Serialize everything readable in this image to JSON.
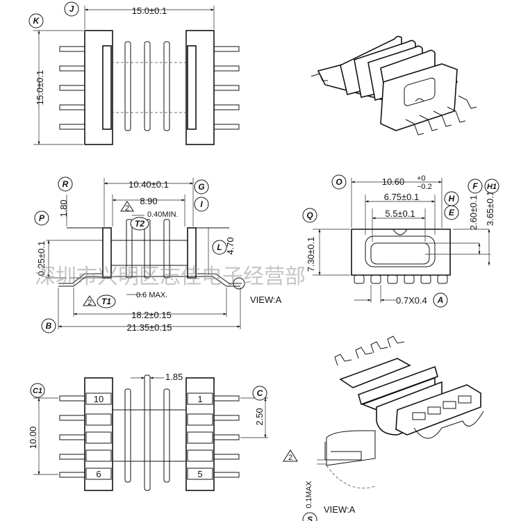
{
  "top_view": {
    "dim_width": "15.0±0.1",
    "dim_height": "15.0±0.1",
    "label_j": "J",
    "label_k": "K"
  },
  "side_view": {
    "dim_1040": "10.40±0.1",
    "dim_890": "8.90",
    "dim_180": "1.80",
    "dim_040": "0.40MIN.",
    "dim_025": "0.25±0.1",
    "dim_470": "4.70",
    "dim_06": "0.6  MAX.",
    "dim_182": "18.2±0.15",
    "dim_2135": "21.35±0.15",
    "view_label": "VIEW:A",
    "label_r": "R",
    "label_g": "G",
    "label_i": "I",
    "label_p": "P",
    "label_l": "L",
    "label_b": "B",
    "label_t1": "T1",
    "label_t2": "T2",
    "tri_2a": "2",
    "tri_2b": "2"
  },
  "front_view": {
    "dim_1060": "10.60",
    "tol_plus": "+0",
    "tol_minus": "−0.2",
    "dim_675": "6.75±0.1",
    "dim_55": "5.5±0.1",
    "dim_260": "2.60±0.1",
    "dim_365": "3.65±0.1",
    "dim_730": "7.30±0.1",
    "dim_pin": "0.7X0.4",
    "label_o": "O",
    "label_h": "H",
    "label_f": "F",
    "label_h1": "H1",
    "label_e": "E",
    "label_q": "Q",
    "label_a": "A"
  },
  "bottom_view": {
    "dim_185": "1.85",
    "dim_250": "2.50",
    "dim_1000": "10.00",
    "pin_10": "10",
    "pin_1": "1",
    "pin_6": "6",
    "pin_5": "5",
    "label_c1": "C1",
    "label_c": "C"
  },
  "detail_view": {
    "dim_01": "0.1MAX",
    "view_label": "VIEW:A",
    "label_s": "S",
    "tri_2": "2"
  },
  "watermark": "深圳市兴明区志佳电子经营部"
}
